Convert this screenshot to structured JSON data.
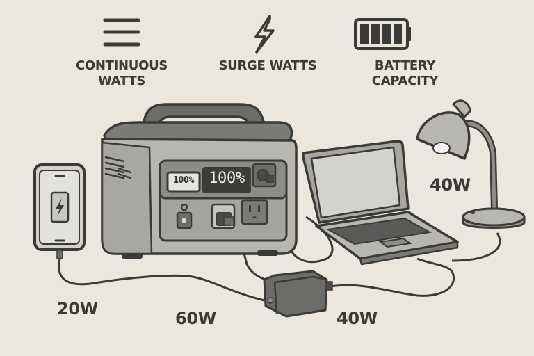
{
  "features": [
    {
      "icon": "continuous-watts-icon",
      "label_line1": "CONTINUOUS",
      "label_line2": "WATTS"
    },
    {
      "icon": "lightning-icon",
      "label_line1": "SURGE WATTS",
      "label_line2": ""
    },
    {
      "icon": "battery-icon",
      "label_line1": "BATTERY",
      "label_line2": "CAPACITY"
    }
  ],
  "power_station": {
    "small_display": "100%",
    "main_display": "100%"
  },
  "devices": {
    "phone": {
      "watts": "20W"
    },
    "adapter": {
      "watts": "60W"
    },
    "laptop": {
      "watts": "40W"
    },
    "lamp": {
      "watts": "40W"
    }
  },
  "colors": {
    "background": "#ebe6de",
    "outline": "#3a3a38",
    "body_light": "#b8b6b1",
    "body_dark": "#6c6c69",
    "screen_light": "#d4d2cd"
  }
}
